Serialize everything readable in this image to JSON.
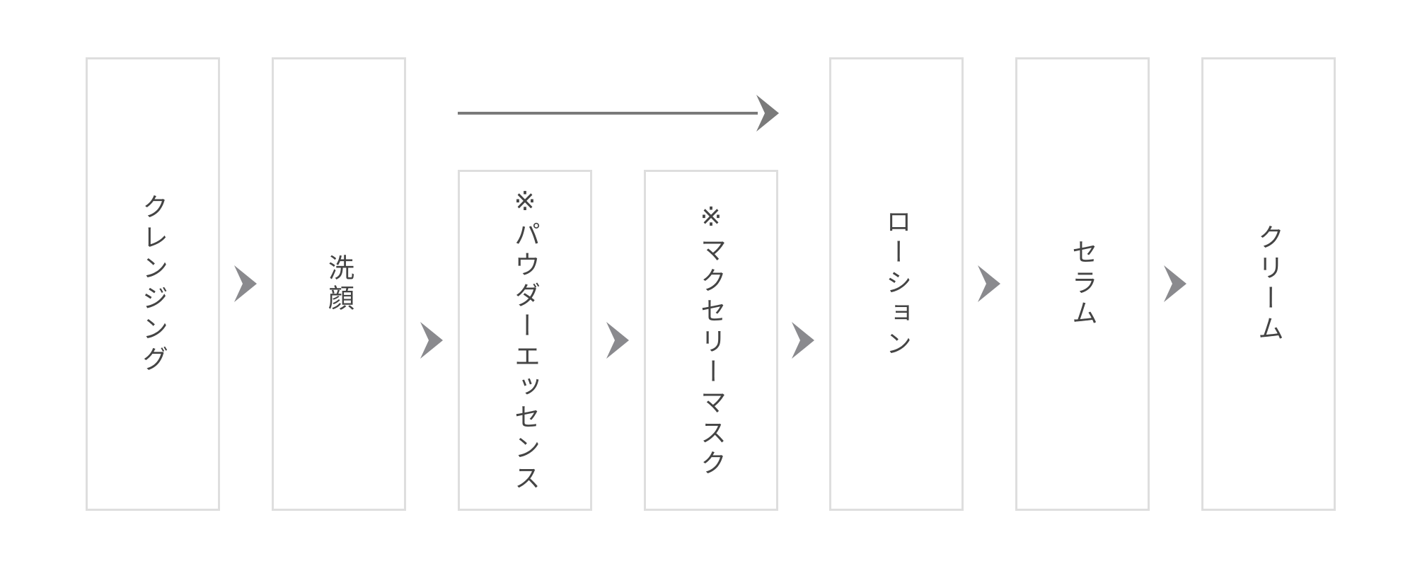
{
  "steps": [
    {
      "label": "クレンジング"
    },
    {
      "label": "洗顔"
    },
    {
      "label": "※パウダーエッセンス"
    },
    {
      "label": "※マクセリーマスク"
    },
    {
      "label": "ローション"
    },
    {
      "label": "セラム"
    },
    {
      "label": "クリーム"
    }
  ],
  "colors": {
    "box_border": "#dedede",
    "text": "#444444",
    "arrow": "#8a8a8e",
    "bypass_line": "#7a7a7a"
  },
  "icons": {
    "step_arrow": "chevron-right-icon",
    "bypass_arrow": "long-arrow-right-icon"
  }
}
